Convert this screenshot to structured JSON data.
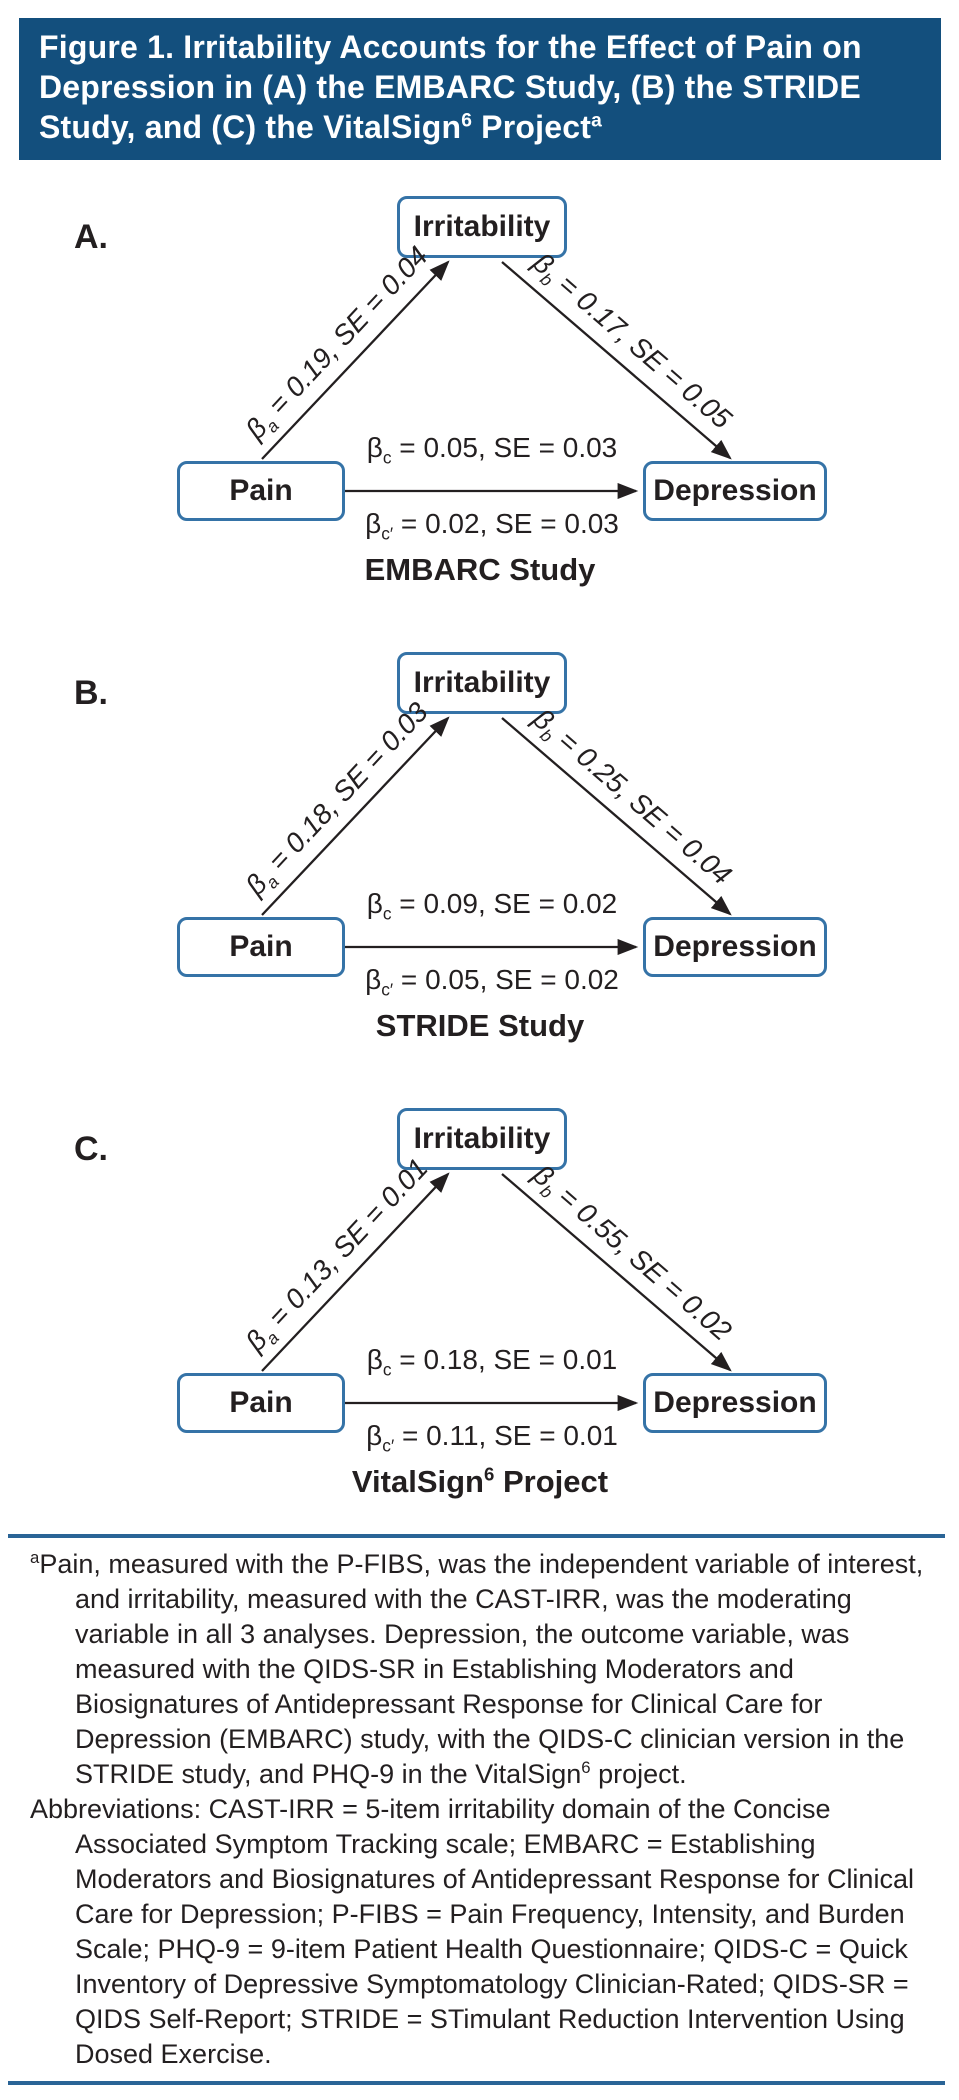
{
  "colors": {
    "header_bg": "#134F7D",
    "header_text": "#FFFFFF",
    "node_border": "#3573A7",
    "divider_blue": "#2A6496",
    "ink": "#231F20"
  },
  "header": {
    "line1": "Figure 1. Irritability Accounts for the Effect of Pain on",
    "line2": "Depression in (A) the EMBARC Study, (B) the STRIDE",
    "line3_prefix": "Study, and (C) the VitalSign",
    "line3_sup1": "6",
    "line3_mid": " Project",
    "line3_sup2": "a"
  },
  "diagrams": [
    {
      "label": "A.",
      "nodes": {
        "mediator": "Irritability",
        "predictor": "Pain",
        "outcome": "Depression"
      },
      "path_a": {
        "symbol": "β",
        "sub": "a",
        "value": " = 0.19, SE = 0.04"
      },
      "path_b": {
        "symbol": "β",
        "sub": "b",
        "value": " = 0.17, SE = 0.05"
      },
      "path_c": {
        "symbol": "β",
        "sub": "c",
        "value": " = 0.05, SE = 0.03"
      },
      "path_c_prime": {
        "symbol": "β",
        "sub": "c′",
        "value": " = 0.02, SE = 0.03"
      },
      "caption": {
        "prefix": "EMBARC Study",
        "sup": "",
        "suffix": ""
      }
    },
    {
      "label": "B.",
      "nodes": {
        "mediator": "Irritability",
        "predictor": "Pain",
        "outcome": "Depression"
      },
      "path_a": {
        "symbol": "β",
        "sub": "a",
        "value": " = 0.18, SE = 0.03"
      },
      "path_b": {
        "symbol": "β",
        "sub": "b",
        "value": " = 0.25, SE = 0.04"
      },
      "path_c": {
        "symbol": "β",
        "sub": "c",
        "value": " = 0.09, SE = 0.02"
      },
      "path_c_prime": {
        "symbol": "β",
        "sub": "c′",
        "value": " = 0.05, SE = 0.02"
      },
      "caption": {
        "prefix": "STRIDE Study",
        "sup": "",
        "suffix": ""
      }
    },
    {
      "label": "C.",
      "nodes": {
        "mediator": "Irritability",
        "predictor": "Pain",
        "outcome": "Depression"
      },
      "path_a": {
        "symbol": "β",
        "sub": "a",
        "value": " = 0.13, SE = 0.01"
      },
      "path_b": {
        "symbol": "β",
        "sub": "b",
        "value": " = 0.55, SE = 0.02"
      },
      "path_c": {
        "symbol": "β",
        "sub": "c",
        "value": " = 0.18, SE = 0.01"
      },
      "path_c_prime": {
        "symbol": "β",
        "sub": "c′",
        "value": " = 0.11, SE = 0.01"
      },
      "caption": {
        "prefix": "VitalSign",
        "sup": "6",
        "suffix": " Project"
      }
    }
  ],
  "footnote": {
    "marker": "a",
    "text": "Pain, measured with the P-FIBS, was the independent variable of interest, and irritability, measured with the CAST-IRR, was the moderating variable in all 3 analyses. Depression, the outcome variable, was measured with the QIDS-SR in Establishing Moderators and Biosignatures of Antidepressant Response for Clinical Care for Depression (EMBARC) study, with the QIDS-C clinician version in the STRIDE study, and PHQ-9 in the VitalSign",
    "sup": "6",
    "text_after": " project."
  },
  "abbreviations": "Abbreviations: CAST-IRR = 5-item irritability domain of the Concise Associated Symptom Tracking scale; EMBARC = Establishing Moderators and Biosignatures of Antidepressant Response for Clinical Care for Depression; P-FIBS = Pain Frequency, Intensity, and Burden Scale; PHQ-9 = 9-item Patient Health Questionnaire; QIDS-C = Quick Inventory of Depressive Symptomatology Clinician-Rated; QIDS-SR = QIDS Self-Report; STRIDE = STimulant Reduction Intervention Using Dosed Exercise."
}
